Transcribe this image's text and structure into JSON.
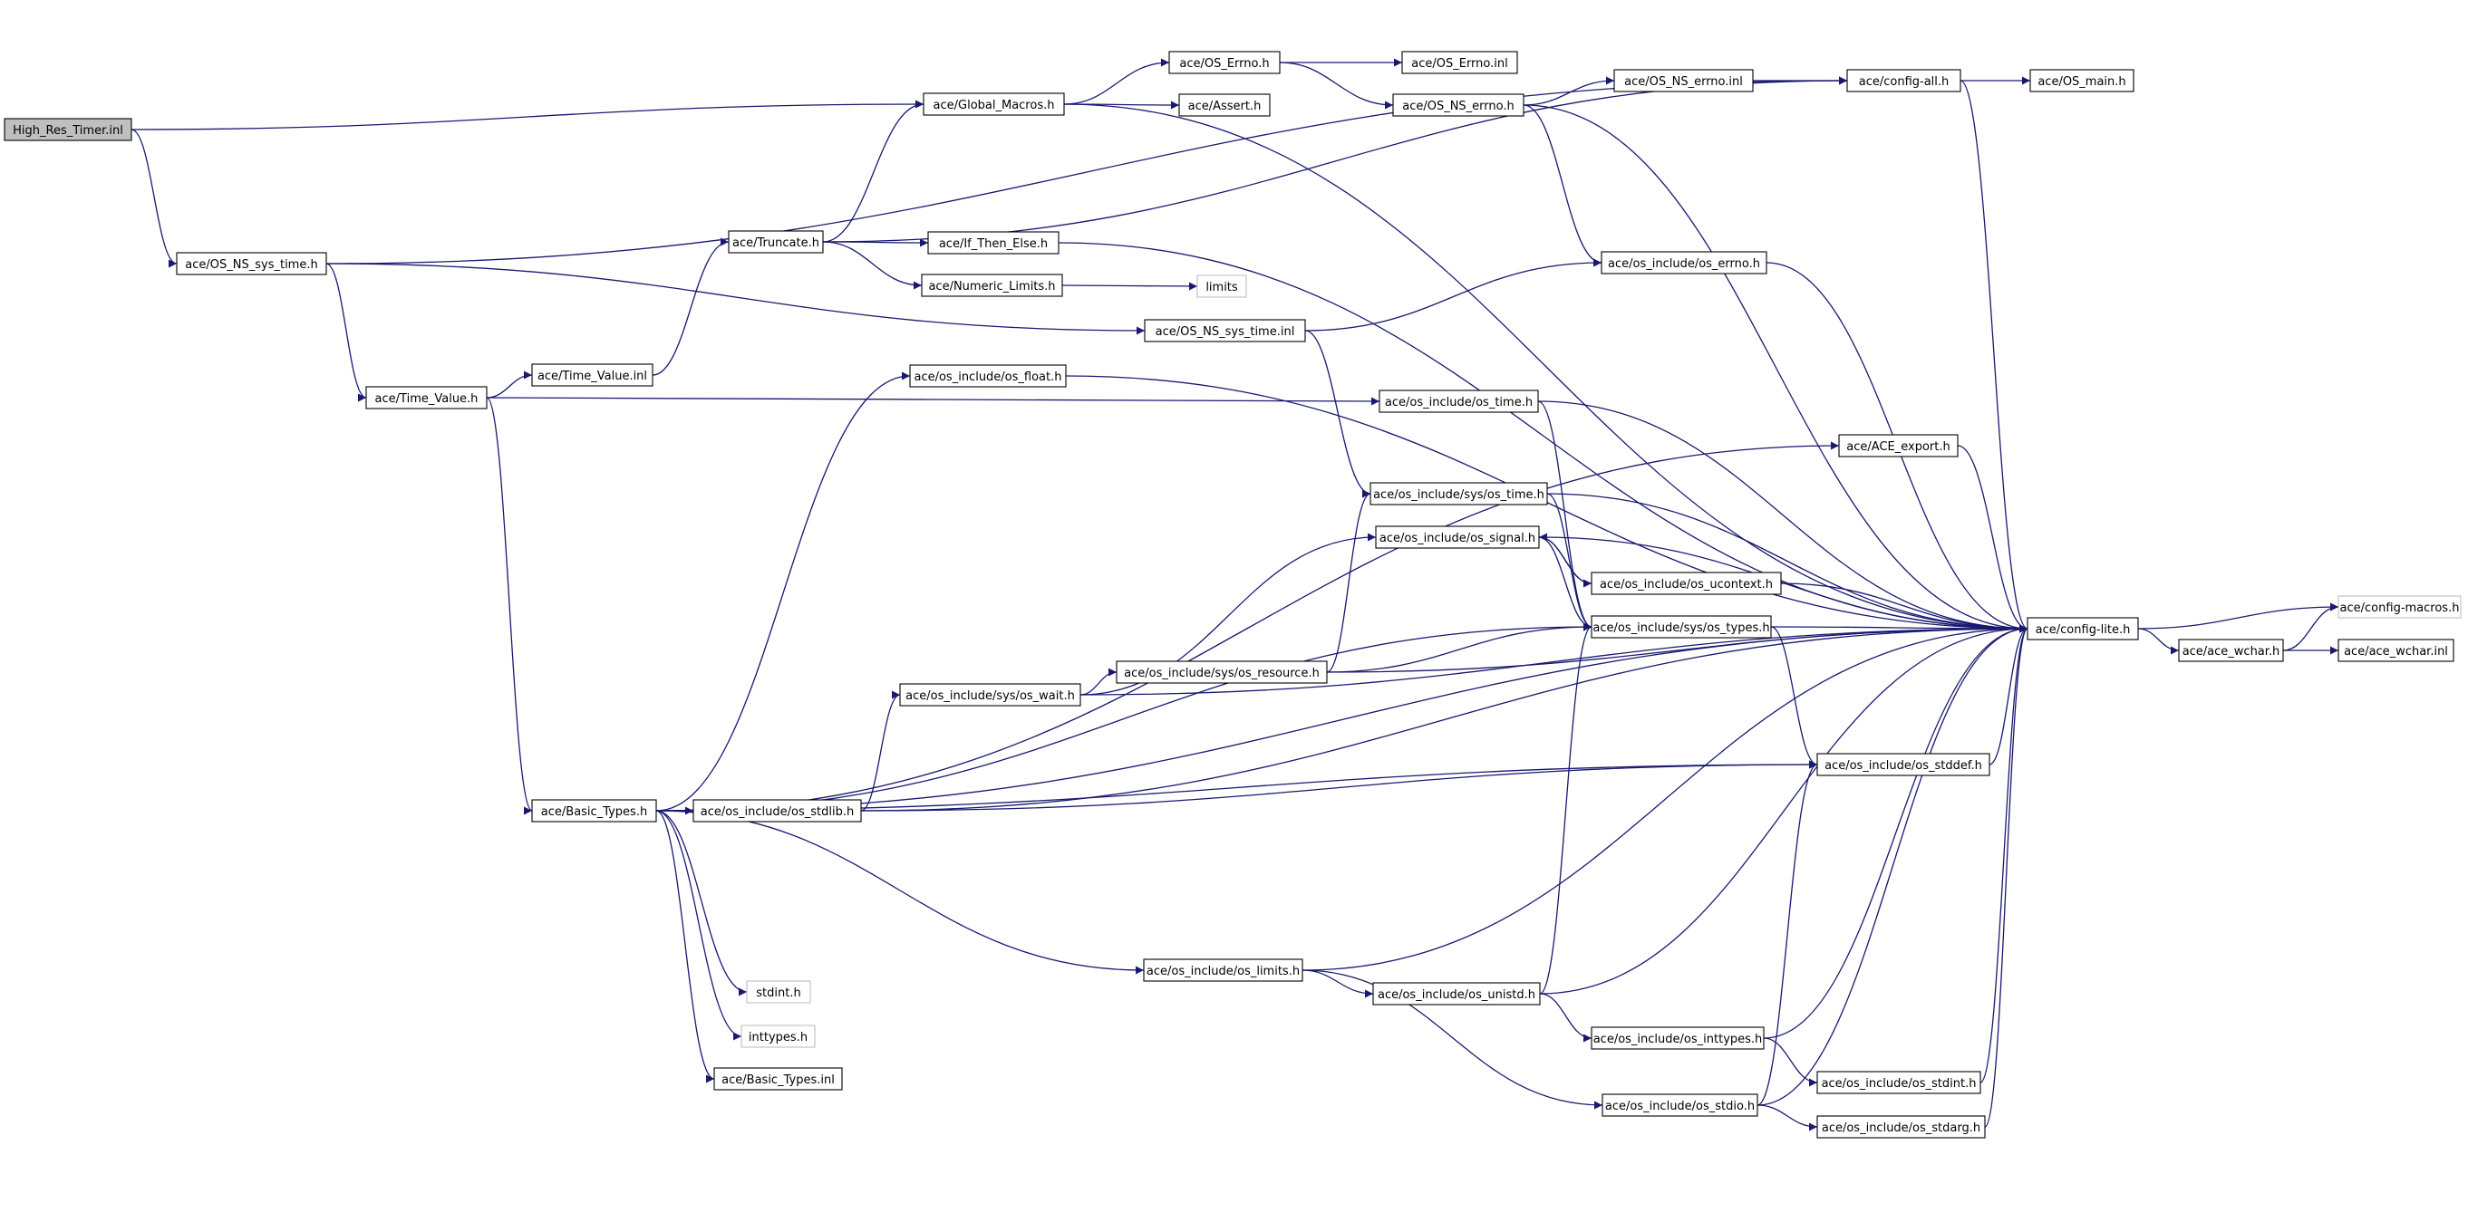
{
  "colors": {
    "edge": "#191970",
    "node_border": "#000000",
    "external_border": "#bfbfbf",
    "root_fill": "#bfbfbf",
    "background": "#ffffff"
  },
  "nodes": [
    {
      "id": "hrt_inl",
      "label": "High_Res_Timer.inl",
      "kind": "root"
    },
    {
      "id": "os_ns_sys_time_h",
      "label": "ace/OS_NS_sys_time.h"
    },
    {
      "id": "global_macros",
      "label": "ace/Global_Macros.h"
    },
    {
      "id": "os_errno_h",
      "label": "ace/OS_Errno.h"
    },
    {
      "id": "os_errno_inl",
      "label": "ace/OS_Errno.inl"
    },
    {
      "id": "assert_h",
      "label": "ace/Assert.h"
    },
    {
      "id": "os_ns_errno_h",
      "label": "ace/OS_NS_errno.h"
    },
    {
      "id": "os_ns_errno_inl",
      "label": "ace/OS_NS_errno.inl"
    },
    {
      "id": "config_all",
      "label": "ace/config-all.h"
    },
    {
      "id": "os_main",
      "label": "ace/OS_main.h"
    },
    {
      "id": "truncate_h",
      "label": "ace/Truncate.h"
    },
    {
      "id": "if_then_else",
      "label": "ace/If_Then_Else.h"
    },
    {
      "id": "numeric_limits",
      "label": "ace/Numeric_Limits.h"
    },
    {
      "id": "limits",
      "label": "limits",
      "kind": "external"
    },
    {
      "id": "os_include_errno",
      "label": "ace/os_include/os_errno.h"
    },
    {
      "id": "os_ns_sys_time_inl",
      "label": "ace/OS_NS_sys_time.inl"
    },
    {
      "id": "time_value_h",
      "label": "ace/Time_Value.h"
    },
    {
      "id": "time_value_inl",
      "label": "ace/Time_Value.inl"
    },
    {
      "id": "os_float",
      "label": "ace/os_include/os_float.h"
    },
    {
      "id": "os_time",
      "label": "ace/os_include/os_time.h"
    },
    {
      "id": "ace_export",
      "label": "ace/ACE_export.h"
    },
    {
      "id": "sys_os_time",
      "label": "ace/os_include/sys/os_time.h"
    },
    {
      "id": "os_signal",
      "label": "ace/os_include/os_signal.h"
    },
    {
      "id": "os_ucontext",
      "label": "ace/os_include/os_ucontext.h"
    },
    {
      "id": "sys_os_types",
      "label": "ace/os_include/sys/os_types.h"
    },
    {
      "id": "config_lite",
      "label": "ace/config-lite.h"
    },
    {
      "id": "config_macros",
      "label": "ace/config-macros.h",
      "kind": "external"
    },
    {
      "id": "ace_wchar_h",
      "label": "ace/ace_wchar.h"
    },
    {
      "id": "ace_wchar_inl",
      "label": "ace/ace_wchar.inl"
    },
    {
      "id": "sys_os_resource",
      "label": "ace/os_include/sys/os_resource.h"
    },
    {
      "id": "sys_os_wait",
      "label": "ace/os_include/sys/os_wait.h"
    },
    {
      "id": "basic_types_h",
      "label": "ace/Basic_Types.h"
    },
    {
      "id": "os_stdlib",
      "label": "ace/os_include/os_stdlib.h"
    },
    {
      "id": "os_stddef",
      "label": "ace/os_include/os_stddef.h"
    },
    {
      "id": "os_limits",
      "label": "ace/os_include/os_limits.h"
    },
    {
      "id": "os_unistd",
      "label": "ace/os_include/os_unistd.h"
    },
    {
      "id": "stdint_h",
      "label": "stdint.h",
      "kind": "external"
    },
    {
      "id": "inttypes_h",
      "label": "inttypes.h",
      "kind": "external"
    },
    {
      "id": "basic_types_inl",
      "label": "ace/Basic_Types.inl"
    },
    {
      "id": "os_inttypes",
      "label": "ace/os_include/os_inttypes.h"
    },
    {
      "id": "os_stdint",
      "label": "ace/os_include/os_stdint.h"
    },
    {
      "id": "os_stdio",
      "label": "ace/os_include/os_stdio.h"
    },
    {
      "id": "os_stdarg",
      "label": "ace/os_include/os_stdarg.h"
    }
  ],
  "edges": [
    {
      "from": "hrt_inl",
      "to": "global_macros"
    },
    {
      "from": "hrt_inl",
      "to": "os_ns_sys_time_h"
    },
    {
      "from": "os_ns_sys_time_h",
      "to": "config_all"
    },
    {
      "from": "os_ns_sys_time_h",
      "to": "time_value_h"
    },
    {
      "from": "os_ns_sys_time_h",
      "to": "os_ns_sys_time_inl"
    },
    {
      "from": "global_macros",
      "to": "os_errno_h"
    },
    {
      "from": "global_macros",
      "to": "assert_h"
    },
    {
      "from": "global_macros",
      "to": "config_lite"
    },
    {
      "from": "os_errno_h",
      "to": "os_errno_inl"
    },
    {
      "from": "os_errno_h",
      "to": "os_ns_errno_h"
    },
    {
      "from": "os_ns_errno_h",
      "to": "os_ns_errno_inl"
    },
    {
      "from": "os_ns_errno_h",
      "to": "os_include_errno"
    },
    {
      "from": "os_ns_errno_h",
      "to": "config_lite"
    },
    {
      "from": "os_ns_errno_inl",
      "to": "config_all"
    },
    {
      "from": "config_all",
      "to": "os_main"
    },
    {
      "from": "config_all",
      "to": "config_lite"
    },
    {
      "from": "truncate_h",
      "to": "global_macros"
    },
    {
      "from": "truncate_h",
      "to": "config_all"
    },
    {
      "from": "truncate_h",
      "to": "if_then_else"
    },
    {
      "from": "truncate_h",
      "to": "numeric_limits"
    },
    {
      "from": "numeric_limits",
      "to": "limits"
    },
    {
      "from": "if_then_else",
      "to": "config_lite"
    },
    {
      "from": "os_include_errno",
      "to": "config_lite"
    },
    {
      "from": "os_ns_sys_time_inl",
      "to": "os_include_errno"
    },
    {
      "from": "os_ns_sys_time_inl",
      "to": "sys_os_time"
    },
    {
      "from": "time_value_h",
      "to": "time_value_inl"
    },
    {
      "from": "time_value_h",
      "to": "os_time"
    },
    {
      "from": "time_value_h",
      "to": "basic_types_h"
    },
    {
      "from": "time_value_inl",
      "to": "truncate_h"
    },
    {
      "from": "os_float",
      "to": "config_lite"
    },
    {
      "from": "os_time",
      "to": "config_lite"
    },
    {
      "from": "os_time",
      "to": "sys_os_types"
    },
    {
      "from": "ace_export",
      "to": "config_lite"
    },
    {
      "from": "sys_os_time",
      "to": "config_lite"
    },
    {
      "from": "sys_os_time",
      "to": "sys_os_types"
    },
    {
      "from": "os_signal",
      "to": "config_lite"
    },
    {
      "from": "os_signal",
      "to": "os_ucontext"
    },
    {
      "from": "os_signal",
      "to": "sys_os_types"
    },
    {
      "from": "os_ucontext",
      "to": "os_signal"
    },
    {
      "from": "os_ucontext",
      "to": "config_lite"
    },
    {
      "from": "sys_os_types",
      "to": "config_lite"
    },
    {
      "from": "sys_os_types",
      "to": "os_stddef"
    },
    {
      "from": "config_lite",
      "to": "config_macros"
    },
    {
      "from": "config_lite",
      "to": "ace_wchar_h"
    },
    {
      "from": "ace_wchar_h",
      "to": "config_macros"
    },
    {
      "from": "ace_wchar_h",
      "to": "ace_wchar_inl"
    },
    {
      "from": "sys_os_resource",
      "to": "sys_os_time"
    },
    {
      "from": "sys_os_resource",
      "to": "sys_os_types"
    },
    {
      "from": "sys_os_resource",
      "to": "config_lite"
    },
    {
      "from": "sys_os_wait",
      "to": "os_signal"
    },
    {
      "from": "sys_os_wait",
      "to": "sys_os_resource"
    },
    {
      "from": "sys_os_wait",
      "to": "config_lite"
    },
    {
      "from": "basic_types_h",
      "to": "os_float"
    },
    {
      "from": "basic_types_h",
      "to": "ace_export"
    },
    {
      "from": "basic_types_h",
      "to": "sys_os_types"
    },
    {
      "from": "basic_types_h",
      "to": "os_stddef"
    },
    {
      "from": "basic_types_h",
      "to": "os_stdlib"
    },
    {
      "from": "basic_types_h",
      "to": "config_lite"
    },
    {
      "from": "basic_types_h",
      "to": "os_limits"
    },
    {
      "from": "basic_types_h",
      "to": "stdint_h"
    },
    {
      "from": "basic_types_h",
      "to": "inttypes_h"
    },
    {
      "from": "basic_types_h",
      "to": "basic_types_inl"
    },
    {
      "from": "os_stdlib",
      "to": "sys_os_wait"
    },
    {
      "from": "os_stdlib",
      "to": "os_stddef"
    },
    {
      "from": "os_stdlib",
      "to": "config_lite"
    },
    {
      "from": "os_stddef",
      "to": "config_lite"
    },
    {
      "from": "os_limits",
      "to": "config_lite"
    },
    {
      "from": "os_limits",
      "to": "os_unistd"
    },
    {
      "from": "os_limits",
      "to": "os_stdio"
    },
    {
      "from": "os_unistd",
      "to": "sys_os_types"
    },
    {
      "from": "os_unistd",
      "to": "config_lite"
    },
    {
      "from": "os_unistd",
      "to": "os_inttypes"
    },
    {
      "from": "os_inttypes",
      "to": "config_lite"
    },
    {
      "from": "os_inttypes",
      "to": "os_stdint"
    },
    {
      "from": "os_stdint",
      "to": "config_lite"
    },
    {
      "from": "os_stdio",
      "to": "os_stddef"
    },
    {
      "from": "os_stdio",
      "to": "os_stdarg"
    },
    {
      "from": "os_stdio",
      "to": "config_lite"
    },
    {
      "from": "os_stdarg",
      "to": "config_lite"
    }
  ]
}
